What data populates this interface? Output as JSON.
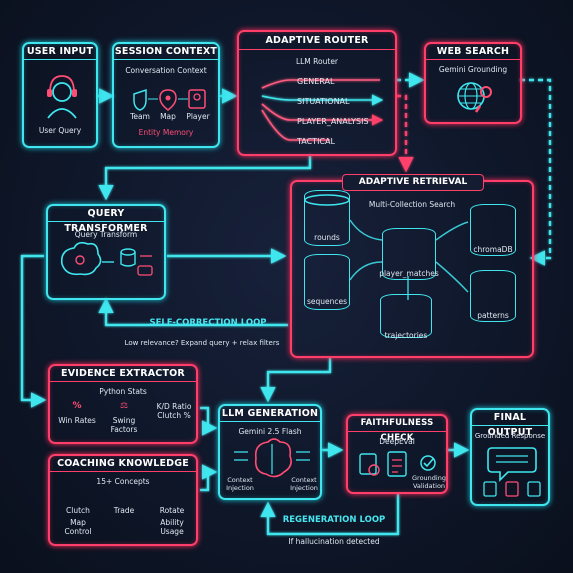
{
  "user_input": {
    "title": "USER INPUT",
    "caption": "User Query"
  },
  "session_context": {
    "title": "SESSION CONTEXT",
    "subtitle": "Conversation Context",
    "items": [
      "Team",
      "Map",
      "Player"
    ],
    "footer": "Entity Memory"
  },
  "adaptive_router": {
    "title": "ADAPTIVE ROUTER",
    "subtitle": "LLM Router",
    "routes": [
      "GENERAL",
      "SITUATIONAL",
      "PLAYER_ANALYSIS",
      "TACTICAL"
    ]
  },
  "web_search": {
    "title": "WEB SEARCH",
    "subtitle": "Gemini Grounding"
  },
  "query_transformer": {
    "title": "QUERY TRANSFORMER",
    "subtitle": "Query Transform"
  },
  "adaptive_retrieval": {
    "title": "ADAPTIVE RETRIEVAL",
    "subtitle": "Multi-Collection Search",
    "collections": [
      "rounds",
      "sequences",
      "player_matches",
      "trajectories",
      "chromaDB",
      "patterns"
    ]
  },
  "self_correction": {
    "title": "SELF-CORRECTION LOOP",
    "note": "Low relevance? Expand query + relax filters"
  },
  "evidence_extractor": {
    "title": "EVIDENCE EXTRACTOR",
    "subtitle": "Python Stats",
    "items": [
      {
        "icon": "%",
        "label": "Win Rates"
      },
      {
        "icon": "⚖",
        "label": "Swing Factors"
      },
      {
        "icon": "K/D",
        "label": "K/D Ratio Clutch %"
      }
    ]
  },
  "coaching_knowledge": {
    "title": "COACHING KNOWLEDGE",
    "subtitle": "15+ Concepts",
    "items": [
      "Clutch",
      "Trade",
      "Rotate",
      "Map Control",
      "Ability Usage"
    ]
  },
  "llm_generation": {
    "title": "LLM GENERATION",
    "subtitle": "Gemini 2.5 Flash",
    "left_caption": "Context Injection",
    "right_caption": "Context Injection"
  },
  "faithfulness_check": {
    "title": "FAITHFULNESS CHECK",
    "subtitle": "DeepEval",
    "caption": "Grounding Validation"
  },
  "final_output": {
    "title": "FINAL OUTPUT",
    "subtitle": "Grounded Response"
  },
  "regeneration_loop": {
    "title": "REGENERATION LOOP",
    "note": "If hallucination detected"
  },
  "colors": {
    "cyan": "#3fe6ee",
    "red": "#ff3f6a",
    "background": "#0d1424"
  }
}
